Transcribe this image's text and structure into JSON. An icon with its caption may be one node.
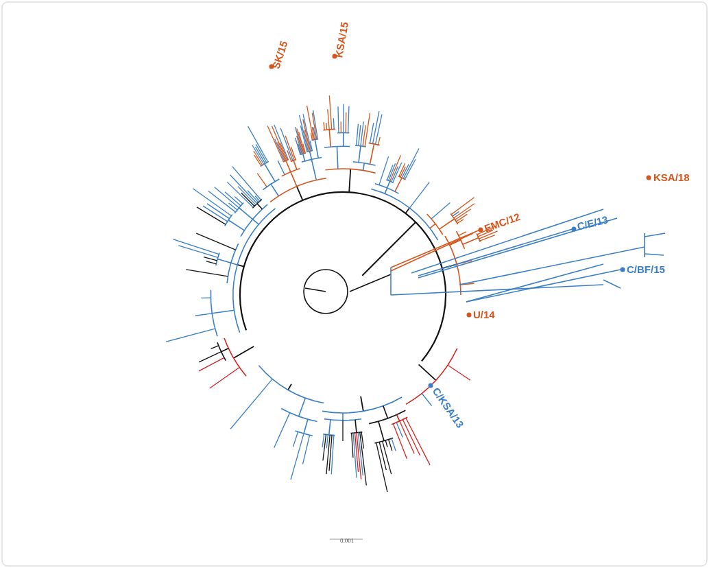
{
  "diagram": {
    "labels": [
      "SK/15",
      "KSA/15",
      "KSA/18",
      "EMC/12",
      "C/E/13",
      "C/BF/15",
      "U/14",
      "C/KSA/13",
      "0.001"
    ]
  }
}
